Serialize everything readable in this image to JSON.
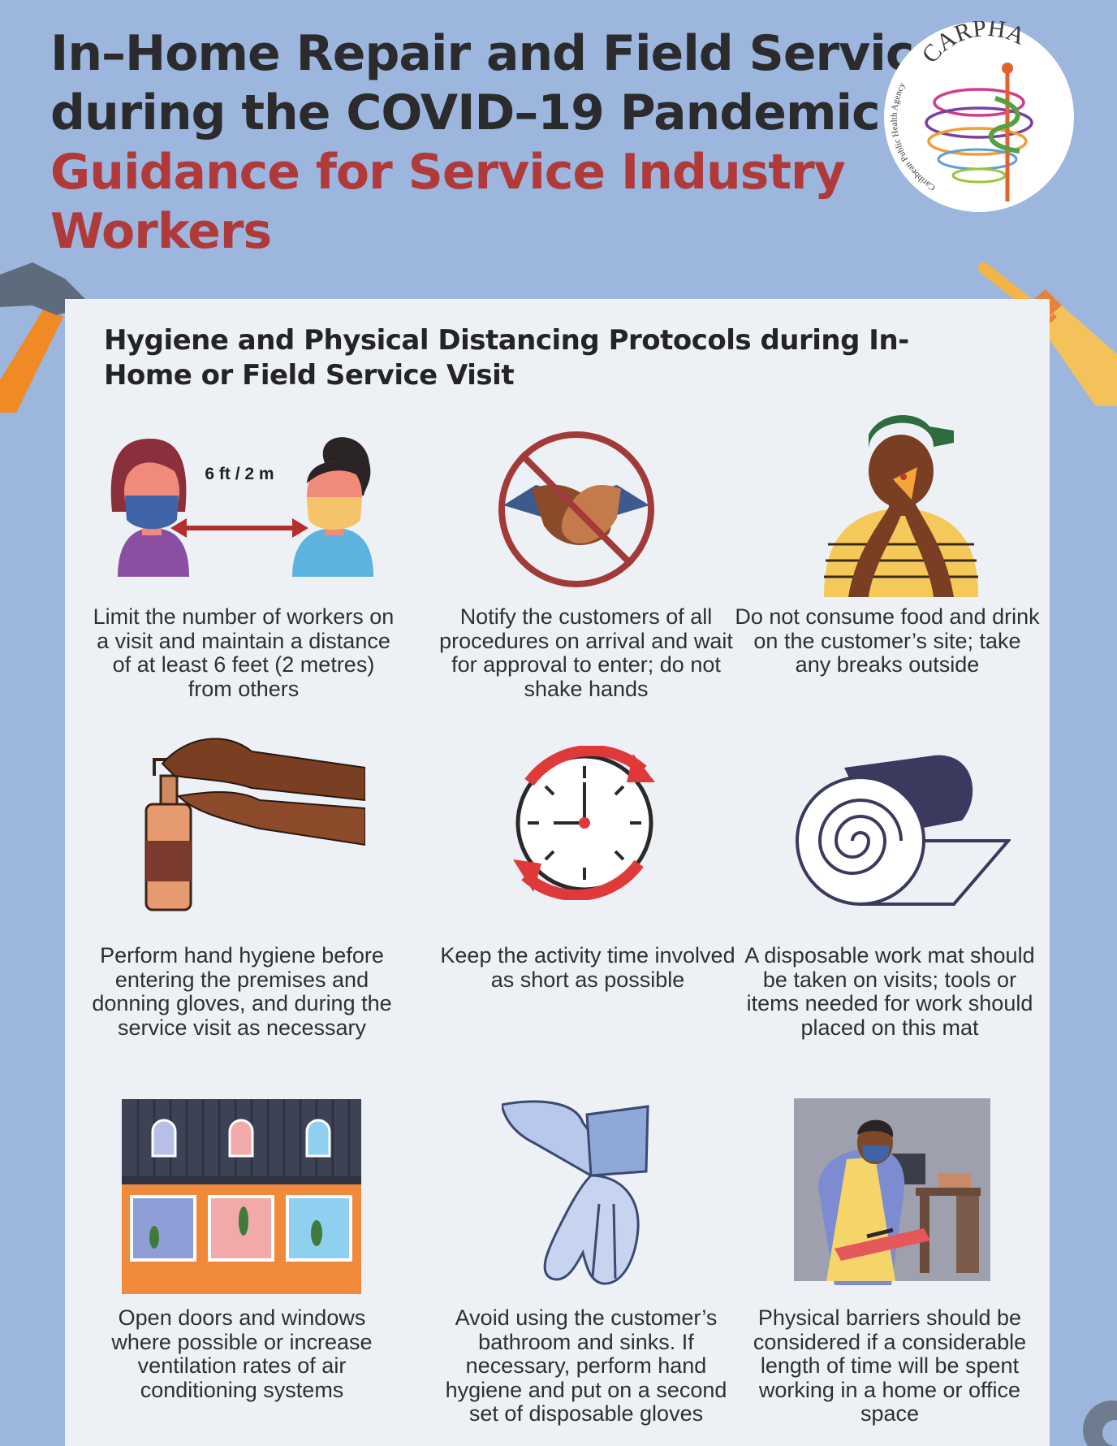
{
  "header": {
    "title_line_1": "In–Home Repair and Field Services",
    "title_line_2": "during the COVID–19 Pandemic:",
    "subtitle_line_1": "Guidance for Service Industry",
    "subtitle_line_2": "Workers"
  },
  "logo": {
    "name": "CARPHA",
    "agency": "Caribbean Public Health Agency"
  },
  "section": {
    "title": "Hygiene and Physical Distancing Protocols during In-Home or Field Service Visit"
  },
  "items": [
    {
      "icon": "physical-distance-icon",
      "label": "6 ft / 2 m",
      "caption": "Limit the number of workers on a visit and maintain a distance of at least 6 feet (2 metres) from others"
    },
    {
      "icon": "no-handshake-icon",
      "caption": "Notify the customers of all procedures on arrival and wait for approval to enter; do not shake hands"
    },
    {
      "icon": "person-eating-icon",
      "caption": "Do not consume food and drink on the customer’s site; take any breaks outside"
    },
    {
      "icon": "hand-sanitizer-icon",
      "caption": "Perform hand hygiene before entering the premises and donning gloves, and during the service visit as necessary"
    },
    {
      "icon": "clock-icon",
      "caption": "Keep the activity time involved as short as possible"
    },
    {
      "icon": "rolled-mat-icon",
      "caption": "A disposable work mat should be taken on visits; tools or items needed for work should placed on this mat"
    },
    {
      "icon": "open-windows-icon",
      "caption": "Open doors and windows where possible or increase ventilation rates of air conditioning systems"
    },
    {
      "icon": "disposable-glove-icon",
      "caption": "Avoid using the customer’s bathroom and sinks. If necessary, perform hand hygiene and put on a second set of disposable gloves"
    },
    {
      "icon": "worker-barrier-icon",
      "caption": "Physical barriers should be considered if a considerable length of time will be spent working in a home or office space"
    }
  ],
  "colors": {
    "background": "#9cb6de",
    "panel": "#edf1f5",
    "title": "#2b2b2e",
    "accent_red": "#b0393a"
  }
}
